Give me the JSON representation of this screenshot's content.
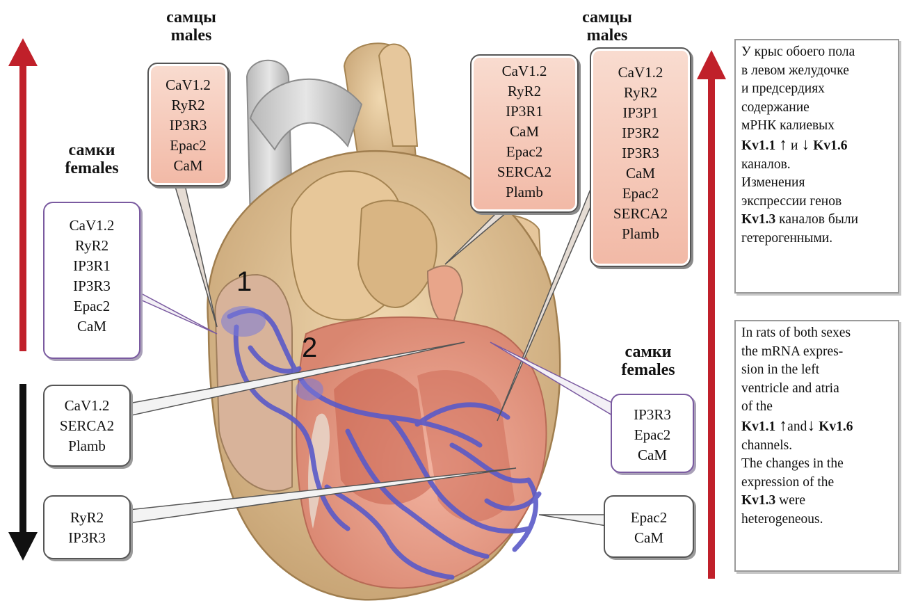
{
  "headers": {
    "left_males": [
      "самцы",
      "males"
    ],
    "left_females": [
      "самки",
      "females"
    ],
    "right_males": [
      "самцы",
      "males"
    ],
    "right_females": [
      "самки",
      "females"
    ]
  },
  "markers": {
    "one": "1",
    "two": "2"
  },
  "boxes": {
    "males_left": [
      "CaV1.2",
      "RyR2",
      "IP3R3",
      "Epac2",
      "CaM"
    ],
    "males_center": [
      "CaV1.2",
      "RyR2",
      "IP3R1",
      "CaM",
      "Epac2",
      "SERCA2",
      "Plamb"
    ],
    "males_right": [
      "CaV1.2",
      "RyR2",
      "IP3P1",
      "IP3R2",
      "IP3R3",
      "CaM",
      "Epac2",
      "SERCA2",
      "Plamb"
    ],
    "females_left": [
      "CaV1.2",
      "RyR2",
      "IP3R1",
      "IP3R3",
      "Epac2",
      "CaM"
    ],
    "down_top": [
      "CaV1.2",
      "SERCA2",
      "Plamb"
    ],
    "down_bottom": [
      "RyR2",
      "IP3R3"
    ],
    "females_right": [
      "IP3R3",
      "Epac2",
      "CaM"
    ],
    "right_bottom": [
      "Epac2",
      "CaM"
    ]
  },
  "notes": {
    "russian": {
      "l1": "У крыс обоего пола",
      "l2": "в левом желудочке",
      "l3": "и предсердиях",
      "l4": "содержание",
      "l5": "мРНК калиевых",
      "l6a": "Kv1.1",
      "l6b": "↑",
      "l6c": "и",
      "l6d": "↓",
      "l6e": "Kv1.6",
      "l7": "каналов.",
      "l8": "Изменения",
      "l9": "экспрессии генов",
      "l10a": "Kv1.3",
      "l10b": "каналов были",
      "l11": "гетерогенными."
    },
    "english": {
      "l1": "In rats of both sexes",
      "l2": "the mRNA expres-",
      "l3": "sion in the  left",
      "l4": "ventricle and atria",
      "l5": "of the",
      "l6a": "Kv1.1",
      "l6b": "↑",
      "l6c": "and",
      "l6d": "↓",
      "l6e": "Kv1.6",
      "l7": "channels.",
      "l8": "The changes in the",
      "l9": "expression of the",
      "l10a": "Kv1.3",
      "l10b": "were",
      "l11": "heterogeneous."
    }
  },
  "colors": {
    "up_arrow": "#c0202a",
    "down_arrow": "#111111",
    "conduction_system": "#5a5ac8",
    "pink_box": "#f4c2b2"
  }
}
